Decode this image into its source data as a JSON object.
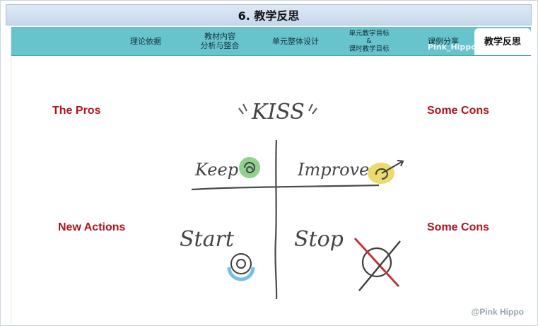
{
  "title": "6. 教学反思",
  "tabs": [
    {
      "label": "理论依据"
    },
    {
      "line1": "教材内容",
      "line2": "分析与整合"
    },
    {
      "label": "单元整体设计"
    },
    {
      "line1": "单元教学目标",
      "line2": "&",
      "line3": "课时教学目标"
    },
    {
      "label": "课例分享"
    },
    {
      "label": "教学反思",
      "active": true
    }
  ],
  "tab_watermark": "Pink_Hippo",
  "labels": {
    "pros": "The Pros",
    "cons_top": "Some Cons",
    "new_actions": "New Actions",
    "cons_bottom": "Some Cons"
  },
  "diagram": {
    "title": "KISS",
    "keep": "Keep",
    "improve": "Improve",
    "start": "Start",
    "stop": "Stop"
  },
  "colors": {
    "tab_bar": "#67c3cc",
    "label_red": "#b0141c",
    "keep_green": "#6cc26b",
    "improve_yellow": "#e6d24a",
    "start_blue": "#4fb3e0",
    "stop_red": "#c2333a"
  },
  "footer_watermark": "@Pink Hippo"
}
